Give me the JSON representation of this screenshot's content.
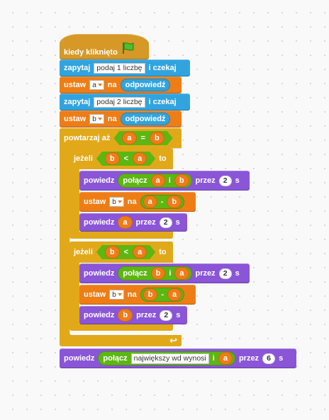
{
  "script": {
    "hat": {
      "label": "kiedy kliknięto",
      "icon": "green-flag-icon"
    },
    "ask1": {
      "label_pre": "zapytaj",
      "text": "podaj 1 liczbę",
      "label_post": "i czekaj"
    },
    "set_a": {
      "label_pre": "ustaw",
      "var": "a",
      "label_mid": "na",
      "value": "odpowiedź"
    },
    "ask2": {
      "label_pre": "zapytaj",
      "text": "podaj 2 liczbę",
      "label_post": "i czekaj"
    },
    "set_b": {
      "label_pre": "ustaw",
      "var": "b",
      "label_mid": "na",
      "value": "odpowiedź"
    },
    "repeat": {
      "label": "powtarzaj aż",
      "left": "a",
      "op": "=",
      "right": "b"
    },
    "if1": {
      "label": "jeżeli",
      "left": "b",
      "op": "<",
      "right": "a",
      "then": "to",
      "say": {
        "label": "powiedz",
        "join": "połącz",
        "a": "a",
        "b": "b",
        "for": "przez",
        "secs": "2",
        "s": "s"
      },
      "set": {
        "label": "ustaw",
        "var": "b",
        "mid": "na",
        "left": "a",
        "op": "-",
        "right": "b"
      },
      "say2": {
        "label": "powiedz",
        "val": "a",
        "for": "przez",
        "secs": "2",
        "s": "s"
      }
    },
    "if2": {
      "label": "jeżeli",
      "left": "b",
      "op": "<",
      "right": "a",
      "then": "to",
      "say": {
        "label": "powiedz",
        "join": "połącz",
        "a": "b",
        "b": "a",
        "for": "przez",
        "secs": "2",
        "s": "s"
      },
      "set": {
        "label": "ustaw",
        "var": "b",
        "mid": "na",
        "left": "b",
        "op": "-",
        "right": "a"
      },
      "say2": {
        "label": "powiedz",
        "val": "b",
        "for": "przez",
        "secs": "2",
        "s": "s"
      }
    },
    "final": {
      "label": "powiedz",
      "join": "połącz",
      "text": "największy wd wynosi",
      "join_and": "i",
      "var": "a",
      "for": "przez",
      "secs": "6",
      "s": "s"
    }
  },
  "colors": {
    "events": "#d69826",
    "sensing": "#31a4df",
    "data": "#ee7d16",
    "looks": "#8a55d7",
    "control": "#e1a91a",
    "operators": "#5cb712"
  }
}
